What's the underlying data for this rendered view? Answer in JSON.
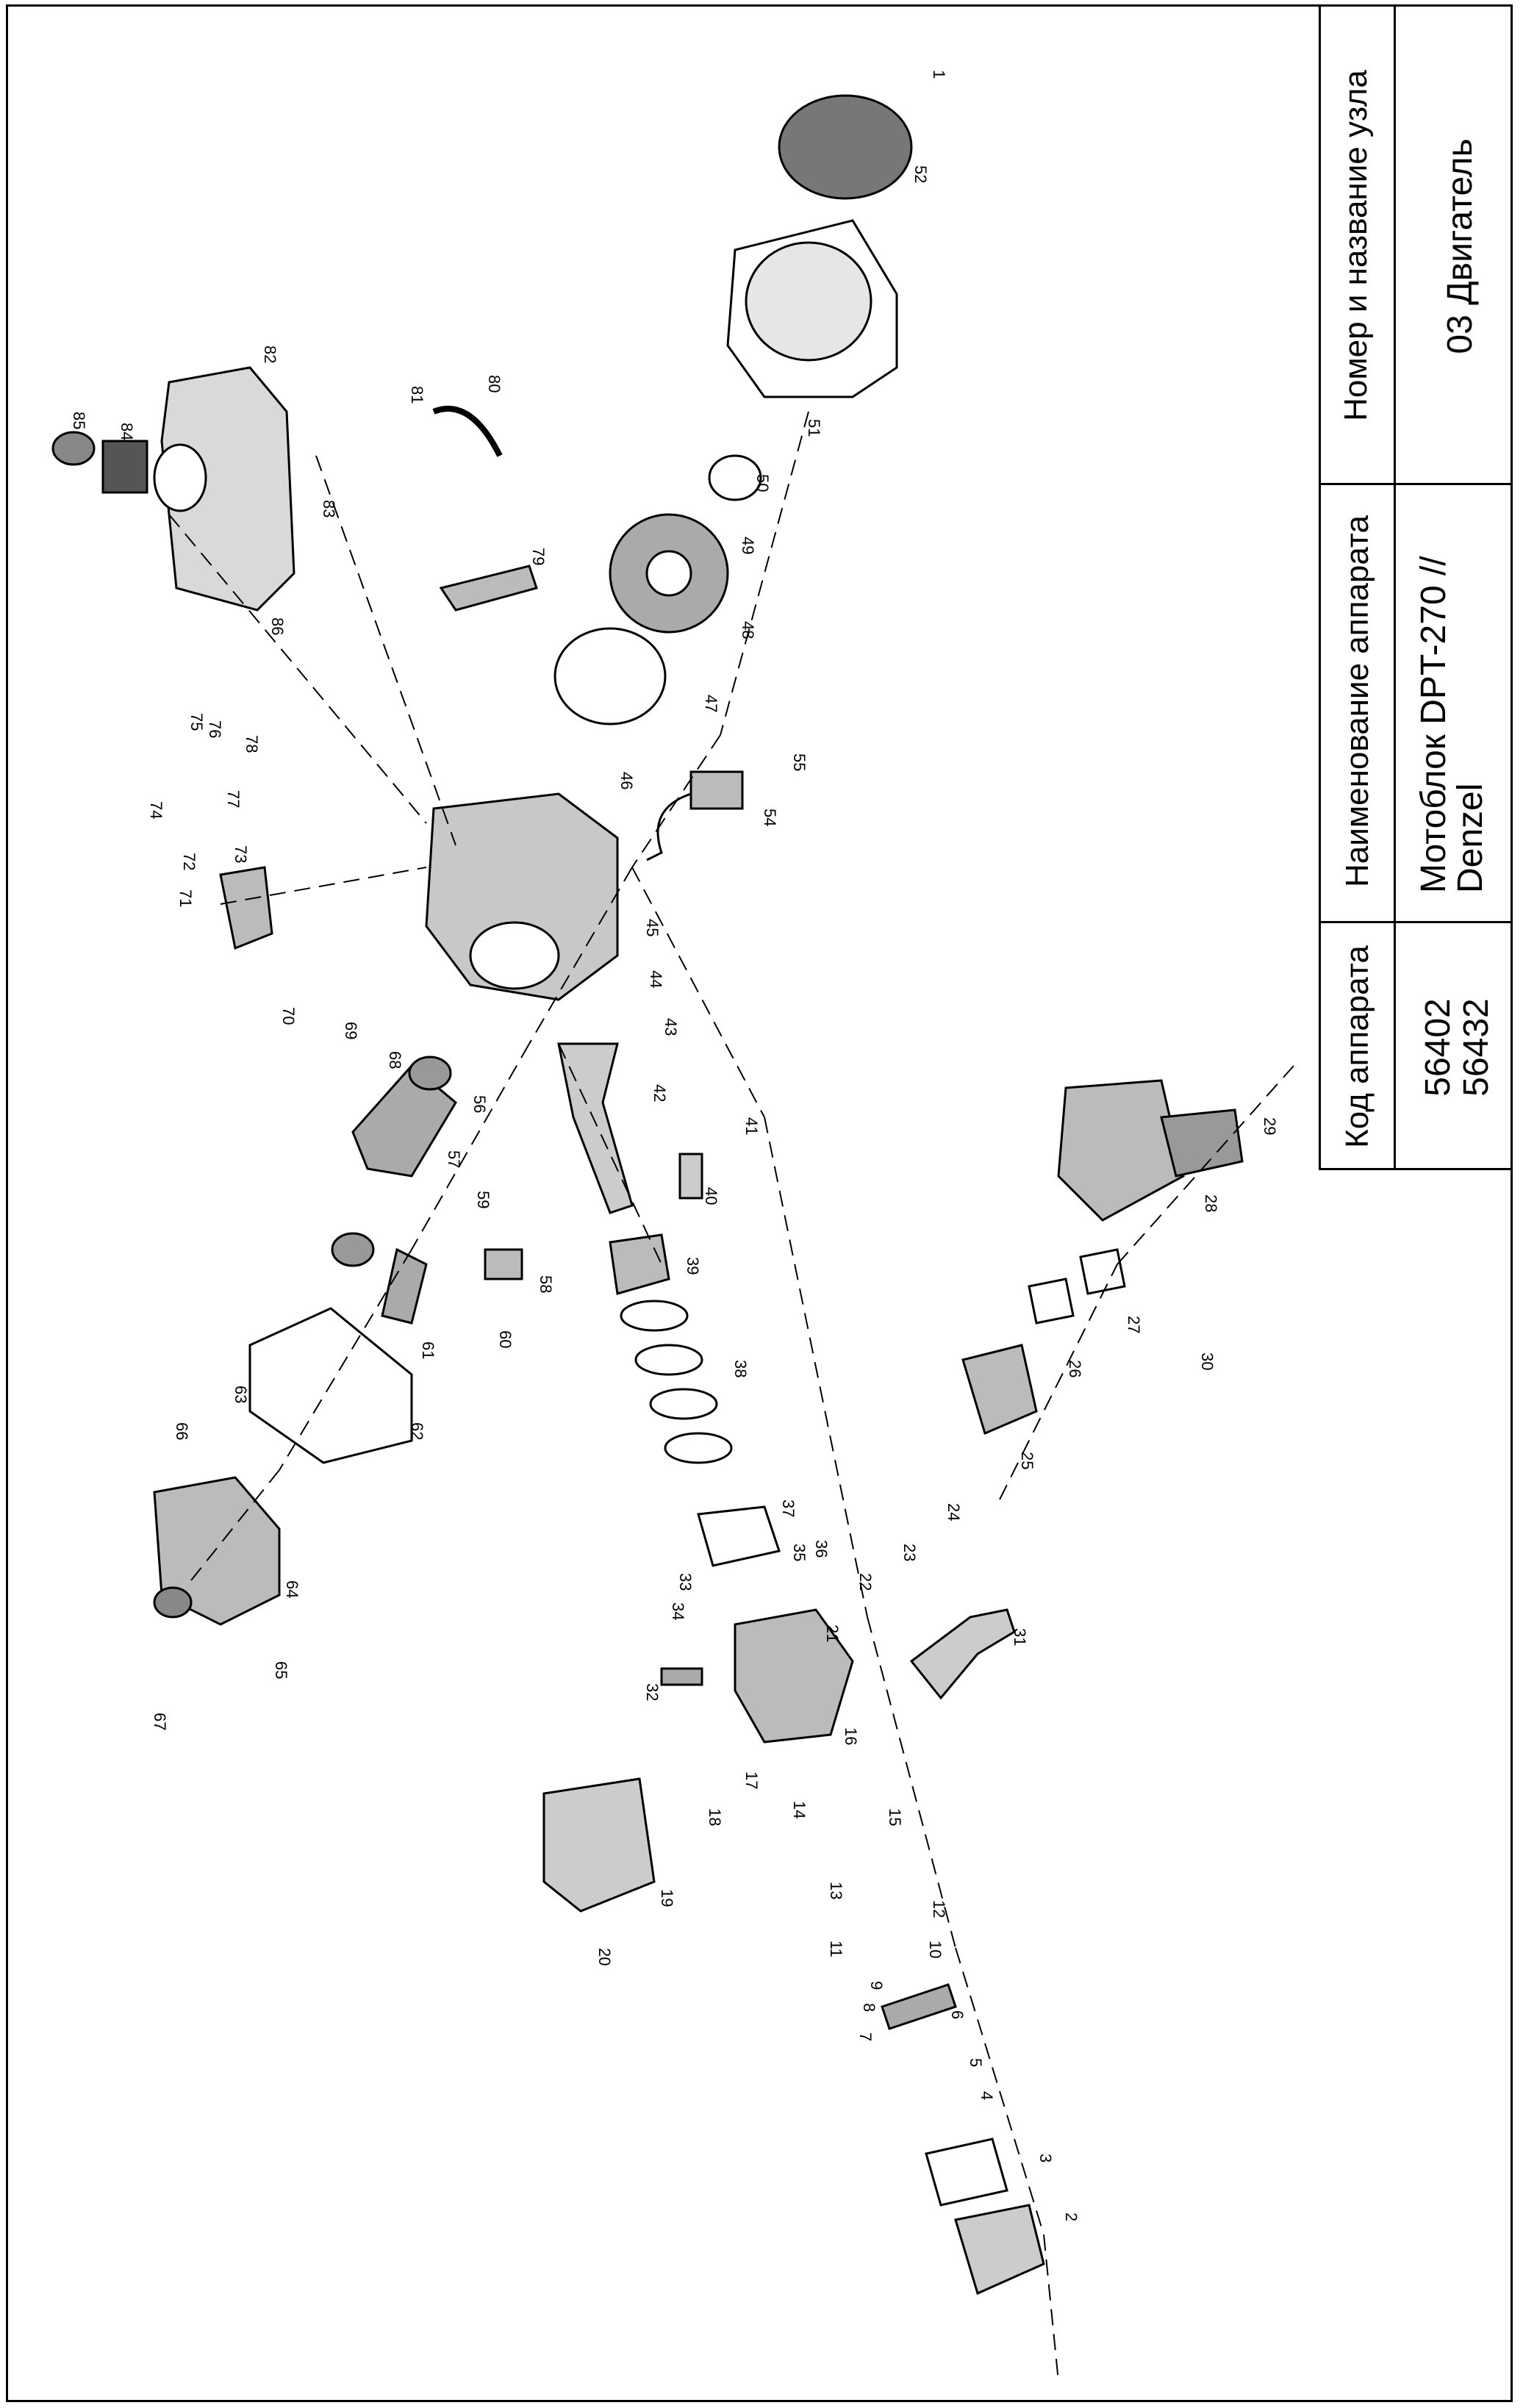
{
  "title_block": {
    "code_header": "Код аппарата",
    "code_values": [
      "56402",
      "56432"
    ],
    "name_header": "Наименование аппарата",
    "name_values": [
      "Мотоблок DPT-270 //",
      "Denzel"
    ],
    "unit_header": "Номер и название узла",
    "unit_value": "03 Двигатель"
  },
  "diagram": {
    "part_labels": [
      "1",
      "2",
      "3",
      "4",
      "5",
      "6",
      "7",
      "8",
      "9",
      "10",
      "11",
      "12",
      "13",
      "14",
      "15",
      "16",
      "17",
      "18",
      "19",
      "20",
      "21",
      "22",
      "23",
      "24",
      "25",
      "26",
      "27",
      "28",
      "29",
      "30",
      "31",
      "32",
      "33",
      "34",
      "35",
      "36",
      "37",
      "38",
      "39",
      "40",
      "41",
      "42",
      "43",
      "44",
      "45",
      "46",
      "47",
      "48",
      "49",
      "50",
      "51",
      "52",
      "54",
      "55",
      "56",
      "57",
      "58",
      "59",
      "60",
      "61",
      "62",
      "63",
      "64",
      "65",
      "66",
      "67",
      "68",
      "69",
      "70",
      "71",
      "72",
      "73",
      "74",
      "75",
      "76",
      "77",
      "78",
      "79",
      "80",
      "81",
      "82",
      "83",
      "84",
      "85",
      "86"
    ],
    "line_color": "#000000",
    "part_fill": "#d9d9d9"
  }
}
